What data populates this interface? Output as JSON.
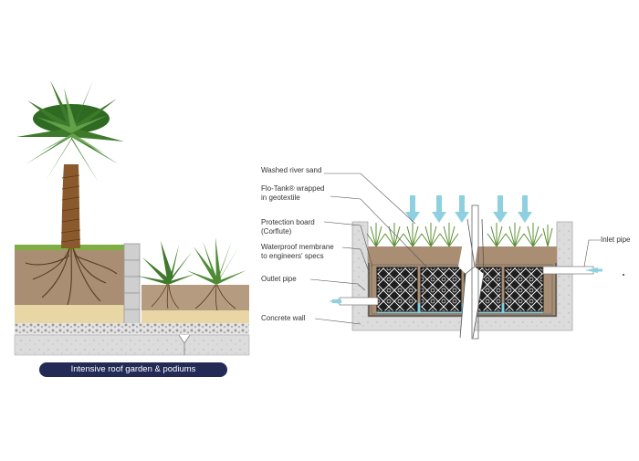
{
  "left_panel": {
    "caption": "Intensive roof garden & podiums"
  },
  "right_panel": {
    "labels": {
      "washed_river_sand": "Washed river sand",
      "flo_tank_line1": "Flo-Tank® wrapped",
      "flo_tank_line2": "in geotextile",
      "protection_board_line1": "Protection board",
      "protection_board_line2": "(Corflute)",
      "waterproof_line1": "Waterproof membrane",
      "waterproof_line2": "to engineers' specs",
      "outlet_pipe": "Outlet pipe",
      "concrete_wall": "Concrete wall",
      "inlet_pipe": "Inlet pipe"
    }
  },
  "colors": {
    "soil": "#a98e73",
    "sand": "#e8d7a4",
    "concrete": "#d9d9d9",
    "gravel": "#c9c9c9",
    "water": "#7ecfe0",
    "arrow": "#8fd0e0",
    "grass": "#6a9a3a",
    "trunk": "#8a5a2c",
    "caption_bg": "#232a55"
  }
}
